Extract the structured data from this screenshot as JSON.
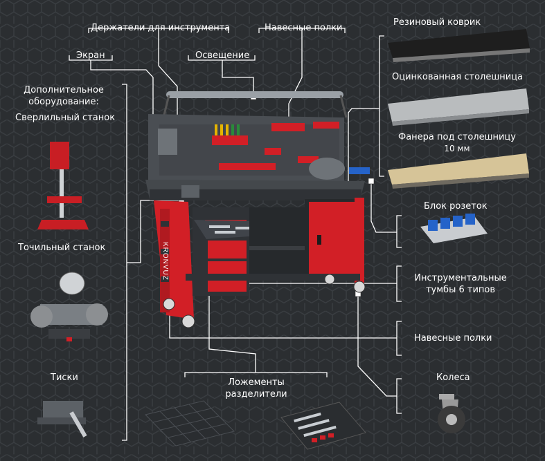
{
  "labels": {
    "tool_holders": "Держатели для инструмента",
    "hanging_shelves_top": "Навесные полки",
    "screen": "Экран",
    "lighting": "Освещение",
    "rubber_mat": "Резиновый коврик",
    "galvanized_top": "Оцинкованная столешница",
    "plywood_line1": "Фанера под столешницу",
    "plywood_line2": "10 мм",
    "extra_line1": "Дополнительное",
    "extra_line2": "оборудование:",
    "drill": "Сверлильный станок",
    "grinder": "Точильный станок",
    "vise": "Тиски",
    "sockets": "Блок розеток",
    "cabinets_line1": "Инструментальные",
    "cabinets_line2": "тумбы 6 типов",
    "hanging_shelves_right": "Навесные полки",
    "wheels": "Колеса",
    "trays_line1": "Ложементы",
    "trays_line2": "разделители",
    "brand": "KRONVUZ"
  },
  "colors": {
    "background": "#2d3033",
    "accent_red": "#d21f26",
    "frame_dark": "#3a3d41",
    "line": "#ffffff"
  }
}
